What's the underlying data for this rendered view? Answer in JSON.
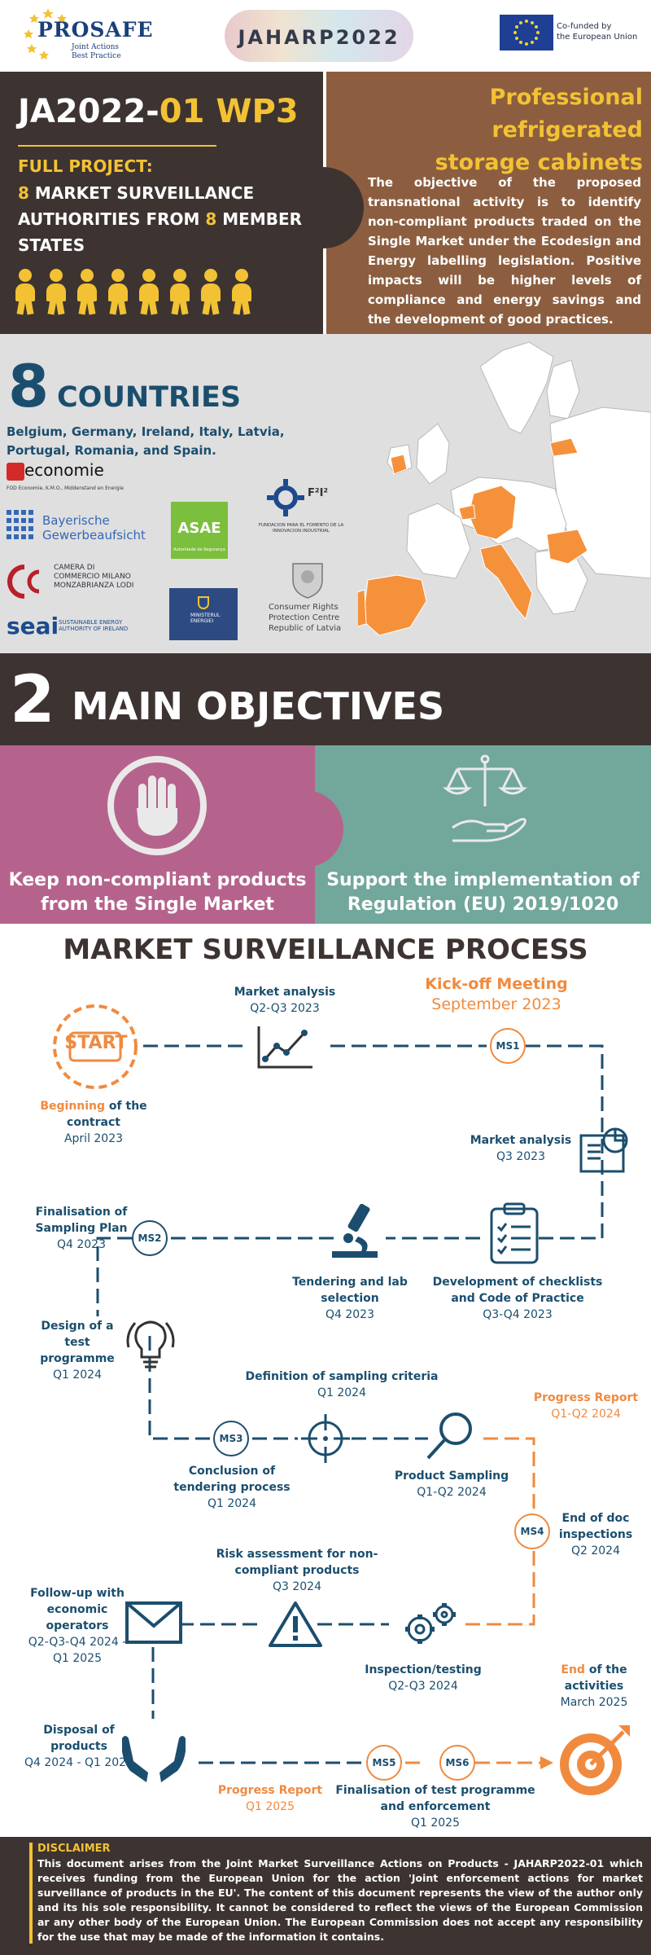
{
  "header": {
    "prosafe_name": "PROSAFE",
    "prosafe_tag1": "Joint Actions",
    "prosafe_tag2": "Best Practice",
    "jaharp": "JAHARP2022",
    "eu_line1": "Co-funded by",
    "eu_line2": "the European Union"
  },
  "intro": {
    "title_white": "JA2022-",
    "title_yellow": "01 WP3",
    "full_project": "FULL PROJECT:",
    "auth_num1": "8",
    "auth_text1": " MARKET SURVEILLANCE AUTHORITIES FROM ",
    "auth_num2": "8",
    "auth_text2": " MEMBER STATES",
    "product_title_line1": "Professional refrigerated",
    "product_title_line2": "storage cabinets",
    "objective_text": "The objective of the proposed transnational activity is to identify non-compliant products traded on the Single Market under the Ecodesign and Energy labelling legislation. Positive impacts will be higher levels of compliance and energy savings and the development of good practices."
  },
  "countries": {
    "number": "8",
    "label": "COUNTRIES",
    "list": "Belgium, Germany, Ireland, Italy, Latvia, Portugal, Romania, and Spain.",
    "logos": {
      "economie": "economie",
      "economie_sub": "FOD Economie, K.M.O., Middenstand en Energie",
      "bayern1": "Bayerische",
      "bayern2": "Gewerbeaufsicht",
      "camera": "CAMERA DI COMMERCIO MILANO MONZABRIANZA LODI",
      "seai": "seai",
      "seai_sub": "SUSTAINABLE ENERGY AUTHORITY OF IRELAND",
      "asae": "ASAE",
      "asae_sub": "Autoridade de Segurança",
      "ministerul": "MINISTERUL ENERGIEI",
      "f2i2": "F²I²",
      "f2i2_sub": "FUNDACION PARA EL FOMENTO DE LA INNOVACION INDUSTRIAL",
      "crpc1": "Consumer Rights",
      "crpc2": "Protection Centre",
      "crpc3": "Republic of Latvia"
    }
  },
  "objectives": {
    "number": "2",
    "title": "MAIN OBJECTIVES",
    "left": "Keep non-compliant products from the Single Market",
    "right": "Support the implementation of Regulation (EU) 2019/1020"
  },
  "process": {
    "title": "MARKET SURVEILLANCE PROCESS",
    "start_label": "START",
    "beginning_o": "Beginning",
    "beginning_b": " of the contract",
    "beginning_d": "April 2023",
    "ma1_t": "Market analysis",
    "ma1_d": "Q2-Q3 2023",
    "kick_t": "Kick-off Meeting",
    "kick_d": "September 2023",
    "ms1": "MS1",
    "ma2_t": "Market analysis",
    "ma2_d": "Q3 2023",
    "fin_t": "Finalisation of Sampling Plan",
    "fin_d": "Q4 2023",
    "ms2": "MS2",
    "tend_t": "Tendering and lab selection",
    "tend_d": "Q4 2023",
    "dev_t": "Development of checklists and Code of Practice",
    "dev_d": "Q3-Q4 2023",
    "design_t": "Design of a test programme",
    "design_d": "Q1 2024",
    "def_t": "Definition of sampling criteria",
    "def_d": "Q1 2024",
    "prog1_t": "Progress Report",
    "prog1_d": "Q1-Q2 2024",
    "ms3": "MS3",
    "conc_t": "Conclusion of tendering process",
    "conc_d": "Q1 2024",
    "samp_t": "Product Sampling",
    "samp_d": "Q1-Q2 2024",
    "ms4": "MS4",
    "eod_t": "End of doc inspections",
    "eod_d": "Q2 2024",
    "risk_t": "Risk assessment for non-compliant products",
    "risk_d": "Q3 2024",
    "follow_t": "Follow-up with economic operators",
    "follow_d": "Q2-Q3-Q4 2024 - Q1 2025",
    "insp_t": "Inspection/testing",
    "insp_d": "Q2-Q3 2024",
    "end_o": "End",
    "end_b": " of the activities",
    "end_d": "March 2025",
    "disp_t": "Disposal of products",
    "disp_d": "Q4 2024 - Q1 2025",
    "prog2_t": "Progress Report",
    "prog2_d": "Q1 2025",
    "ms5": "MS5",
    "ms6": "MS6",
    "final_t": "Finalisation of test programme and enforcement",
    "final_d": "Q1 2025"
  },
  "disclaimer": {
    "title": "DISCLAIMER",
    "text": "This document arises from the Joint Market Surveillance Actions on Products - JAHARP2022-01 which receives funding from the European Union for the action 'Joint enforcement actions for market surveillance of products in the EU'. The content of this document represents the view of the author only and its his sole responsibility. It cannot be considered to reflect the views of the European Commission ar any other body of the European Union. The European Commission does not accept any responsibility for the use that may be made of the information it contains."
  },
  "colors": {
    "dark_brown": "#3d3331",
    "brown": "#8c5e3f",
    "yellow": "#f2c234",
    "navy": "#1b4e6e",
    "orange": "#f08a3e",
    "pink": "#b5638c",
    "teal": "#72a79b"
  }
}
